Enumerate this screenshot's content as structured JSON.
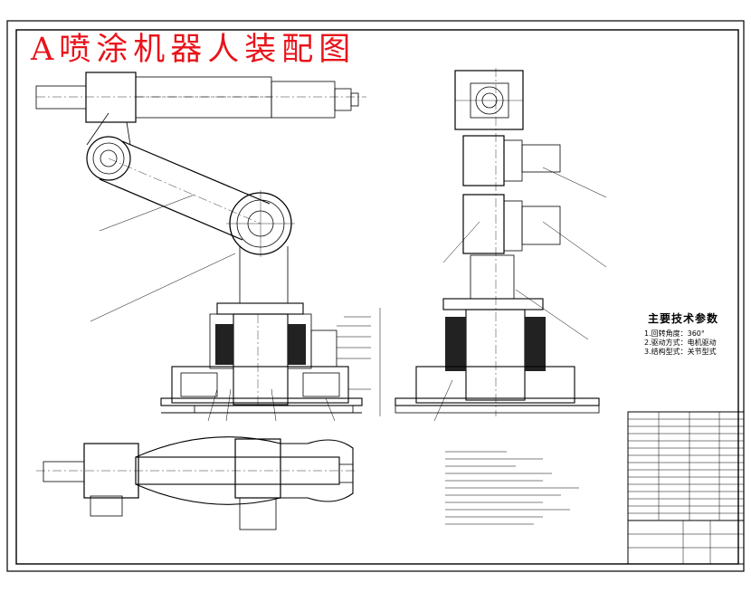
{
  "drawing": {
    "title": "A喷涂机器人装配图",
    "spec_title": "主要技术参数",
    "spec_items": [
      "1.回转角度：360°",
      "2.驱动方式：电机驱动",
      "3.结构型式：关节型式"
    ],
    "title_color": "#e8141b",
    "line_color": "#000000"
  }
}
